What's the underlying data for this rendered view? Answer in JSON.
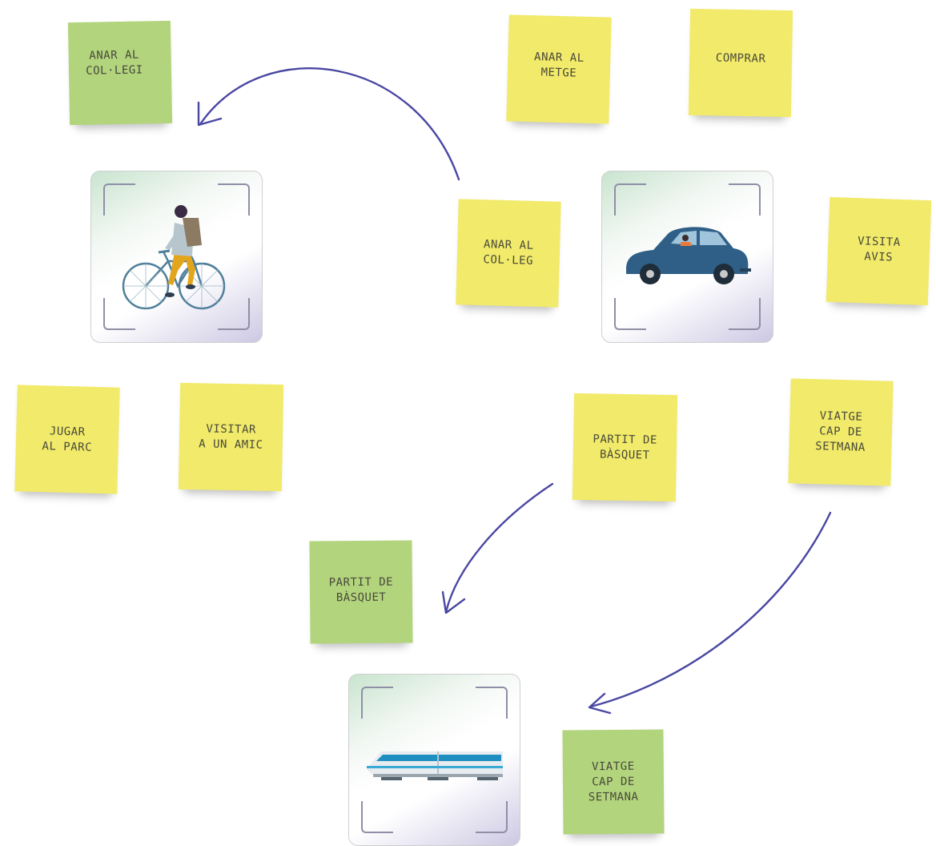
{
  "notes": {
    "anar_col_legi_green": [
      "ANAR AL",
      "COL·LEGI"
    ],
    "anar_metge": [
      "ANAR AL",
      "METGE"
    ],
    "comprar": [
      "COMPRAR"
    ],
    "anar_col_leg_yellow": [
      "ANAR AL",
      "COL·LEG"
    ],
    "visita_avis": [
      "VISITA",
      "AVIS"
    ],
    "jugar_parc": [
      "JUGAR",
      "AL PARC"
    ],
    "visitar_amic": [
      "VISITAR",
      "A UN AMIC"
    ],
    "partit_basquet_yellow": [
      "PARTIT DE",
      "BÀSQUET"
    ],
    "viatge_yellow": [
      "VIATGE",
      "CAP DE",
      "SETMANA"
    ],
    "partit_basquet_green": [
      "PARTIT DE",
      "BÀSQUET"
    ],
    "viatge_green": [
      "VIATGE",
      "CAP DE",
      "SETMANA"
    ]
  },
  "cards": {
    "bicycle": {
      "icon": "cyclist-icon"
    },
    "car": {
      "icon": "car-icon"
    },
    "train": {
      "icon": "train-icon"
    }
  },
  "colors": {
    "yellow_note": "#f1ea6a",
    "green_note": "#b2d47d",
    "arrow": "#4a47a3"
  }
}
